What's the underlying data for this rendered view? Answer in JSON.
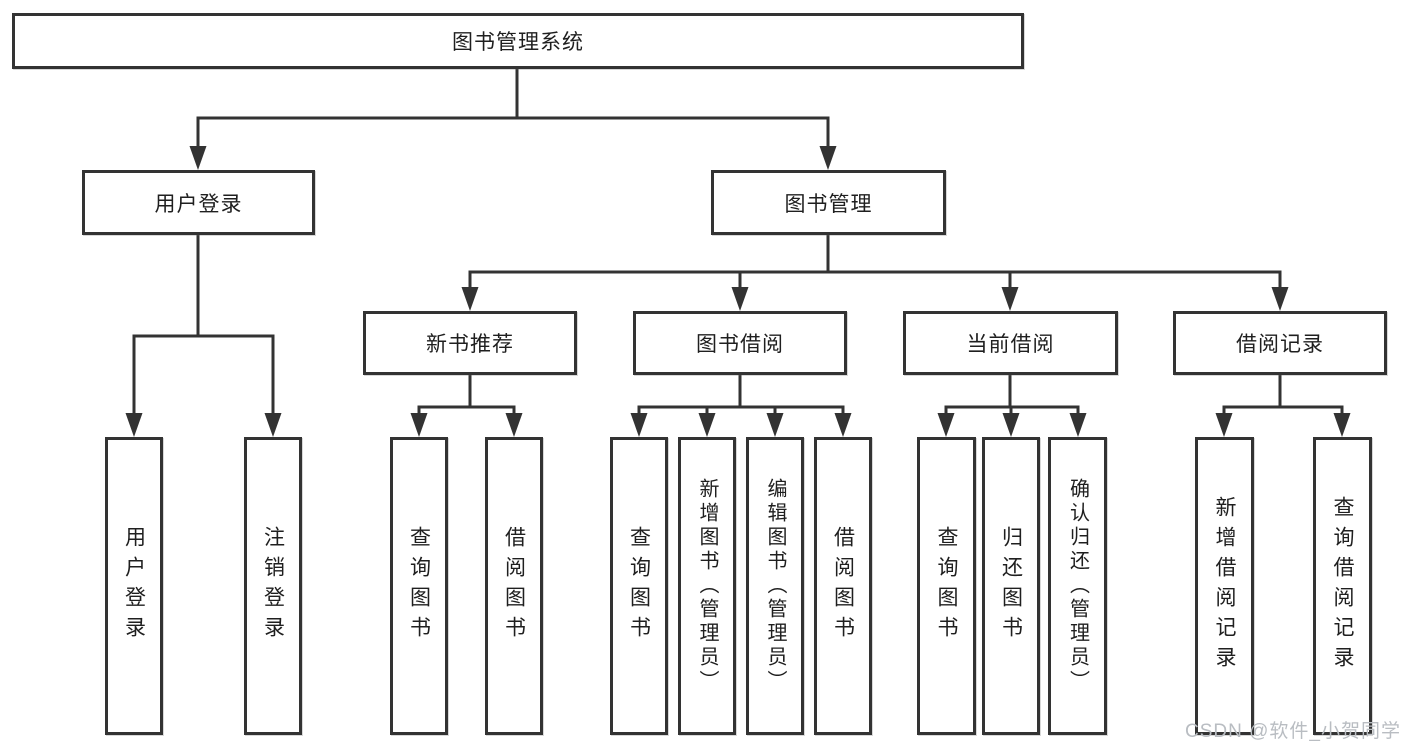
{
  "tree": {
    "root": "图书管理系统",
    "branches": [
      {
        "label": "用户登录",
        "children": [
          "用户登录",
          "注销登录"
        ]
      },
      {
        "label": "图书管理",
        "sections": [
          {
            "label": "新书推荐",
            "children": [
              "查询图书",
              "借阅图书"
            ]
          },
          {
            "label": "图书借阅",
            "children": [
              "查询图书",
              "新增图书（管理员）",
              "编辑图书（管理员）",
              "借阅图书"
            ]
          },
          {
            "label": "当前借阅",
            "children": [
              "查询图书",
              "归还图书",
              "确认归还（管理员）"
            ]
          },
          {
            "label": "借阅记录",
            "children": [
              "新增借阅记录",
              "查询借阅记录"
            ]
          }
        ]
      }
    ]
  },
  "watermark": {
    "text": "CSDN @软件_小贺同学"
  },
  "colors": {
    "line": "#333333",
    "text": "#1f1f1f",
    "watermark": "#b9bdc2",
    "background": "#ffffff"
  }
}
